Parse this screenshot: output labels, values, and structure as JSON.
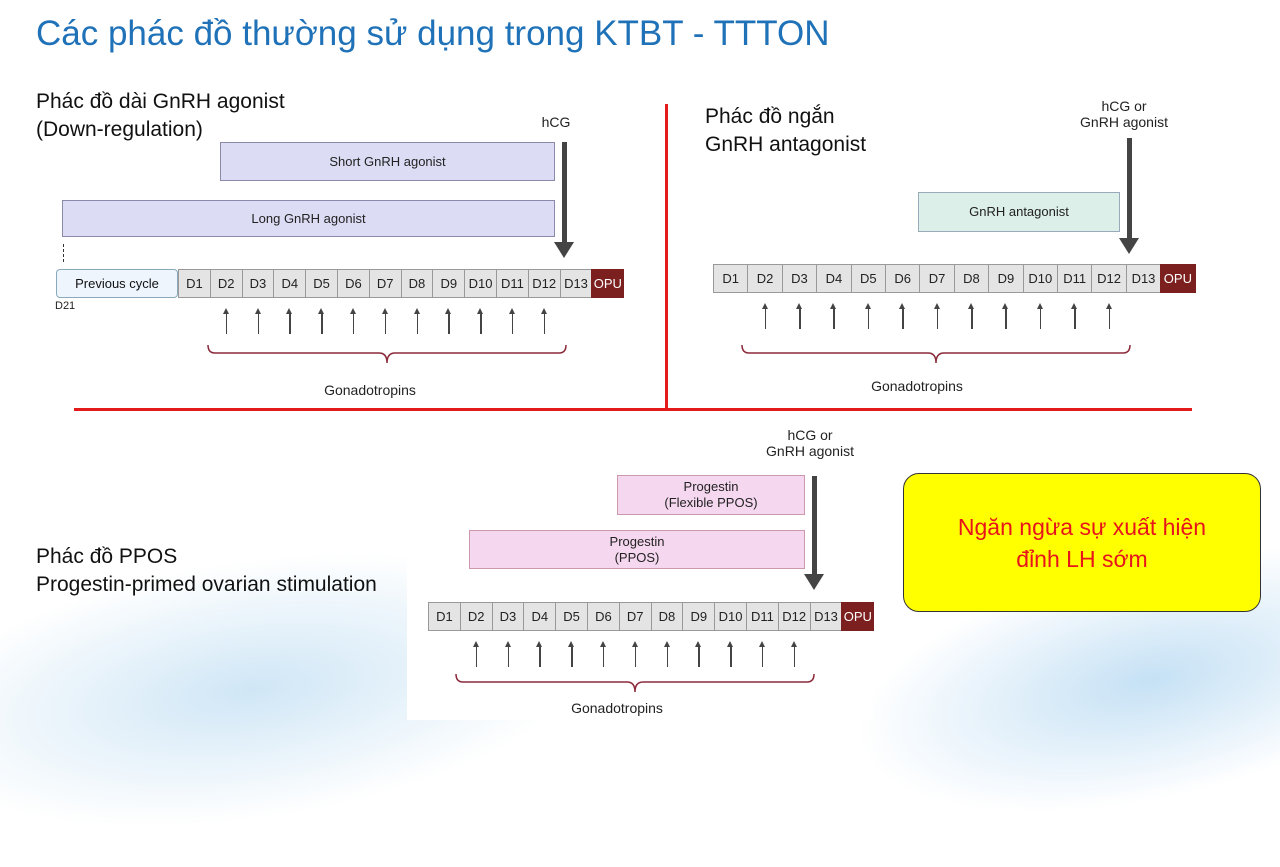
{
  "title": "Các phác đồ thường sử dụng trong KTBT - TTTON",
  "days": [
    "D1",
    "D2",
    "D3",
    "D4",
    "D5",
    "D6",
    "D7",
    "D8",
    "D9",
    "D10",
    "D11",
    "D12",
    "D13",
    "OPU"
  ],
  "panel_long": {
    "label_line1": "Phác đồ dài GnRH agonist",
    "label_line2": "(Down-regulation)",
    "trigger": "hCG",
    "short_bar": "Short GnRH agonist",
    "long_bar": "Long GnRH agonist",
    "previous_cycle": "Previous cycle",
    "d21": "D21",
    "gonadotropins": "Gonadotropins"
  },
  "panel_antagonist": {
    "label_line1": "Phác đồ ngắn",
    "label_line2": "GnRH antagonist",
    "trigger_line1": "hCG or",
    "trigger_line2": "GnRH agonist",
    "bar": "GnRH antagonist",
    "gonadotropins": "Gonadotropins"
  },
  "panel_ppos": {
    "label_line1": "Phác đồ PPOS",
    "label_line2": "Progestin-primed ovarian stimulation",
    "trigger_line1": "hCG or",
    "trigger_line2": "GnRH agonist",
    "flex_bar_line1": "Progestin",
    "flex_bar_line2": "(Flexible PPOS)",
    "ppos_bar_line1": "Progestin",
    "ppos_bar_line2": "(PPOS)",
    "gonadotropins": "Gonadotropins"
  },
  "callout": {
    "line1": "Ngăn ngừa sự xuất hiện",
    "line2": "đỉnh LH sớm"
  },
  "colors": {
    "title": "#1f72b8",
    "divider": "#e31b1b",
    "callout_bg": "#ffff00",
    "callout_text": "#e8141c",
    "opu": "#7c1f1f"
  }
}
